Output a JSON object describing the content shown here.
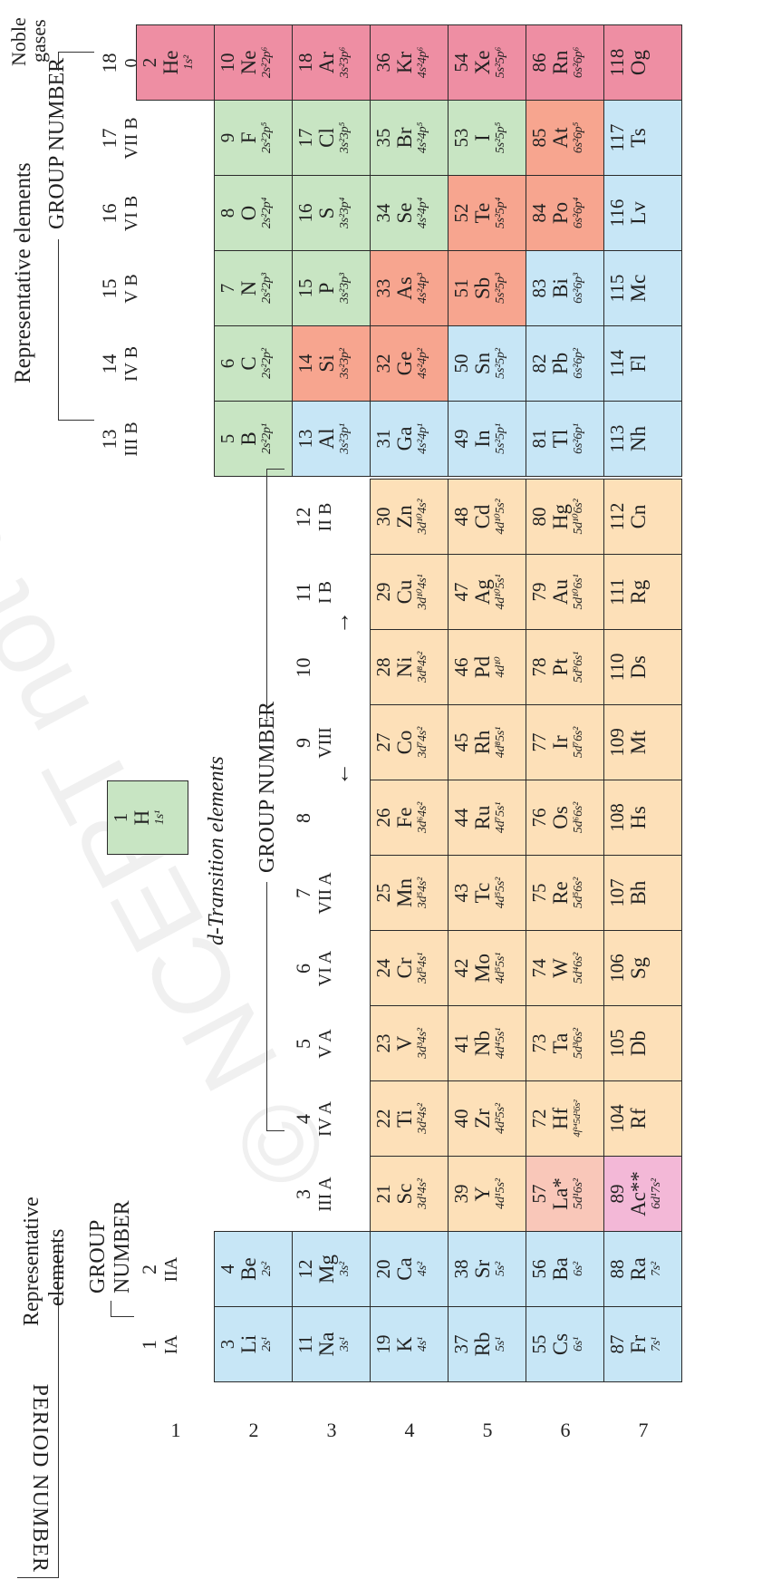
{
  "headers": {
    "period_number": "PERIOD NUMBER",
    "rep_left": [
      "Representative",
      "elements"
    ],
    "rep_right": "Representative elements",
    "group_number": "GROUP NUMBER",
    "group_number_left": [
      "GROUP",
      "NUMBER"
    ],
    "d_transition": "d-Transition elements",
    "noble_gases": [
      "Noble",
      "gases"
    ],
    "arrow_left": "←",
    "arrow_right": "→",
    "watermark": "© NCERT not to be republished"
  },
  "periods": [
    "1",
    "2",
    "3",
    "4",
    "5",
    "6",
    "7"
  ],
  "groups_left": [
    {
      "num": "1",
      "roman": "IA"
    },
    {
      "num": "2",
      "roman": "IIA"
    }
  ],
  "groups_d": [
    {
      "num": "3",
      "roman": "III A"
    },
    {
      "num": "4",
      "roman": "IV A"
    },
    {
      "num": "5",
      "roman": "V A"
    },
    {
      "num": "6",
      "roman": "VI A"
    },
    {
      "num": "7",
      "roman": "VII A"
    },
    {
      "num": "8",
      "roman": ""
    },
    {
      "num": "9",
      "roman": "VIII"
    },
    {
      "num": "10",
      "roman": ""
    },
    {
      "num": "11",
      "roman": "I B"
    },
    {
      "num": "12",
      "roman": "II B"
    }
  ],
  "groups_p": [
    {
      "num": "13",
      "roman": "III B"
    },
    {
      "num": "14",
      "roman": "IV B"
    },
    {
      "num": "15",
      "roman": "V B"
    },
    {
      "num": "16",
      "roman": "VI B"
    },
    {
      "num": "17",
      "roman": "VII B"
    },
    {
      "num": "18",
      "roman": "0"
    }
  ],
  "hydrogen": {
    "z": "1",
    "sym": "H",
    "cfg": "1s¹"
  },
  "elements": [
    {
      "z": "3",
      "sym": "Li",
      "cfg": "2s¹",
      "row": 2,
      "col": 1,
      "cat": "s-block"
    },
    {
      "z": "4",
      "sym": "Be",
      "cfg": "2s²",
      "row": 2,
      "col": 2,
      "cat": "s-block"
    },
    {
      "z": "11",
      "sym": "Na",
      "cfg": "3s¹",
      "row": 3,
      "col": 1,
      "cat": "s-block"
    },
    {
      "z": "12",
      "sym": "Mg",
      "cfg": "3s²",
      "row": 3,
      "col": 2,
      "cat": "s-block"
    },
    {
      "z": "19",
      "sym": "K",
      "cfg": "4s¹",
      "row": 4,
      "col": 1,
      "cat": "s-block"
    },
    {
      "z": "20",
      "sym": "Ca",
      "cfg": "4s²",
      "row": 4,
      "col": 2,
      "cat": "s-block"
    },
    {
      "z": "37",
      "sym": "Rb",
      "cfg": "5s¹",
      "row": 5,
      "col": 1,
      "cat": "s-block"
    },
    {
      "z": "38",
      "sym": "Sr",
      "cfg": "5s²",
      "row": 5,
      "col": 2,
      "cat": "s-block"
    },
    {
      "z": "55",
      "sym": "Cs",
      "cfg": "6s¹",
      "row": 6,
      "col": 1,
      "cat": "s-block"
    },
    {
      "z": "56",
      "sym": "Ba",
      "cfg": "6s²",
      "row": 6,
      "col": 2,
      "cat": "s-block"
    },
    {
      "z": "87",
      "sym": "Fr",
      "cfg": "7s¹",
      "row": 7,
      "col": 1,
      "cat": "s-block"
    },
    {
      "z": "88",
      "sym": "Ra",
      "cfg": "7s²",
      "row": 7,
      "col": 2,
      "cat": "s-block"
    },
    {
      "z": "21",
      "sym": "Sc",
      "cfg": "3d¹4s²",
      "row": 4,
      "col": 3,
      "cat": "d-block"
    },
    {
      "z": "22",
      "sym": "Ti",
      "cfg": "3d²4s²",
      "row": 4,
      "col": 4,
      "cat": "d-block"
    },
    {
      "z": "23",
      "sym": "V",
      "cfg": "3d³4s²",
      "row": 4,
      "col": 5,
      "cat": "d-block"
    },
    {
      "z": "24",
      "sym": "Cr",
      "cfg": "3d⁵4s¹",
      "row": 4,
      "col": 6,
      "cat": "d-block"
    },
    {
      "z": "25",
      "sym": "Mn",
      "cfg": "3d⁵4s²",
      "row": 4,
      "col": 7,
      "cat": "d-block"
    },
    {
      "z": "26",
      "sym": "Fe",
      "cfg": "3d⁶4s²",
      "row": 4,
      "col": 8,
      "cat": "d-block"
    },
    {
      "z": "27",
      "sym": "Co",
      "cfg": "3d⁷4s²",
      "row": 4,
      "col": 9,
      "cat": "d-block"
    },
    {
      "z": "28",
      "sym": "Ni",
      "cfg": "3d⁸4s²",
      "row": 4,
      "col": 10,
      "cat": "d-block"
    },
    {
      "z": "29",
      "sym": "Cu",
      "cfg": "3d¹⁰4s¹",
      "row": 4,
      "col": 11,
      "cat": "d-block"
    },
    {
      "z": "30",
      "sym": "Zn",
      "cfg": "3d¹⁰4s²",
      "row": 4,
      "col": 12,
      "cat": "d-block"
    },
    {
      "z": "39",
      "sym": "Y",
      "cfg": "4d¹5s²",
      "row": 5,
      "col": 3,
      "cat": "d-block"
    },
    {
      "z": "40",
      "sym": "Zr",
      "cfg": "4d²5s²",
      "row": 5,
      "col": 4,
      "cat": "d-block"
    },
    {
      "z": "41",
      "sym": "Nb",
      "cfg": "4d⁴5s¹",
      "row": 5,
      "col": 5,
      "cat": "d-block"
    },
    {
      "z": "42",
      "sym": "Mo",
      "cfg": "4d⁵5s¹",
      "row": 5,
      "col": 6,
      "cat": "d-block"
    },
    {
      "z": "43",
      "sym": "Tc",
      "cfg": "4d⁵5s²",
      "row": 5,
      "col": 7,
      "cat": "d-block"
    },
    {
      "z": "44",
      "sym": "Ru",
      "cfg": "4d⁷5s¹",
      "row": 5,
      "col": 8,
      "cat": "d-block"
    },
    {
      "z": "45",
      "sym": "Rh",
      "cfg": "4d⁸5s¹",
      "row": 5,
      "col": 9,
      "cat": "d-block"
    },
    {
      "z": "46",
      "sym": "Pd",
      "cfg": "4d¹⁰",
      "row": 5,
      "col": 10,
      "cat": "d-block"
    },
    {
      "z": "47",
      "sym": "Ag",
      "cfg": "4d¹⁰5s¹",
      "row": 5,
      "col": 11,
      "cat": "d-block"
    },
    {
      "z": "48",
      "sym": "Cd",
      "cfg": "4d¹⁰5s²",
      "row": 5,
      "col": 12,
      "cat": "d-block"
    },
    {
      "z": "57",
      "sym": "La*",
      "cfg": "5d¹6s²",
      "row": 6,
      "col": 3,
      "cat": "lanth"
    },
    {
      "z": "72",
      "sym": "Hf",
      "cfg": "4f¹⁴5d²6s²",
      "row": 6,
      "col": 4,
      "cat": "d-block",
      "small": true
    },
    {
      "z": "73",
      "sym": "Ta",
      "cfg": "5d³6s²",
      "row": 6,
      "col": 5,
      "cat": "d-block"
    },
    {
      "z": "74",
      "sym": "W",
      "cfg": "5d⁴6s²",
      "row": 6,
      "col": 6,
      "cat": "d-block"
    },
    {
      "z": "75",
      "sym": "Re",
      "cfg": "5d⁵6s²",
      "row": 6,
      "col": 7,
      "cat": "d-block"
    },
    {
      "z": "76",
      "sym": "Os",
      "cfg": "5d⁶6s²",
      "row": 6,
      "col": 8,
      "cat": "d-block"
    },
    {
      "z": "77",
      "sym": "Ir",
      "cfg": "5d⁷6s²",
      "row": 6,
      "col": 9,
      "cat": "d-block"
    },
    {
      "z": "78",
      "sym": "Pt",
      "cfg": "5d⁹6s¹",
      "row": 6,
      "col": 10,
      "cat": "d-block"
    },
    {
      "z": "79",
      "sym": "Au",
      "cfg": "5d¹⁰6s¹",
      "row": 6,
      "col": 11,
      "cat": "d-block"
    },
    {
      "z": "80",
      "sym": "Hg",
      "cfg": "5d¹⁰6s²",
      "row": 6,
      "col": 12,
      "cat": "d-block"
    },
    {
      "z": "89",
      "sym": "Ac**",
      "cfg": "6d¹7s²",
      "row": 7,
      "col": 3,
      "cat": "actin"
    },
    {
      "z": "104",
      "sym": "Rf",
      "cfg": "",
      "row": 7,
      "col": 4,
      "cat": "d-block"
    },
    {
      "z": "105",
      "sym": "Db",
      "cfg": "",
      "row": 7,
      "col": 5,
      "cat": "d-block"
    },
    {
      "z": "106",
      "sym": "Sg",
      "cfg": "",
      "row": 7,
      "col": 6,
      "cat": "d-block"
    },
    {
      "z": "107",
      "sym": "Bh",
      "cfg": "",
      "row": 7,
      "col": 7,
      "cat": "d-block"
    },
    {
      "z": "108",
      "sym": "Hs",
      "cfg": "",
      "row": 7,
      "col": 8,
      "cat": "d-block"
    },
    {
      "z": "109",
      "sym": "Mt",
      "cfg": "",
      "row": 7,
      "col": 9,
      "cat": "d-block"
    },
    {
      "z": "110",
      "sym": "Ds",
      "cfg": "",
      "row": 7,
      "col": 10,
      "cat": "d-block"
    },
    {
      "z": "111",
      "sym": "Rg",
      "cfg": "",
      "row": 7,
      "col": 11,
      "cat": "d-block"
    },
    {
      "z": "112",
      "sym": "Cn",
      "cfg": "",
      "row": 7,
      "col": 12,
      "cat": "d-block"
    },
    {
      "z": "5",
      "sym": "B",
      "cfg": "2s²2p¹",
      "row": 2,
      "col": 13,
      "cat": "p-nm"
    },
    {
      "z": "6",
      "sym": "C",
      "cfg": "2s²2p²",
      "row": 2,
      "col": 14,
      "cat": "p-nm"
    },
    {
      "z": "7",
      "sym": "N",
      "cfg": "2s²2p³",
      "row": 2,
      "col": 15,
      "cat": "p-nm"
    },
    {
      "z": "8",
      "sym": "O",
      "cfg": "2s²2p⁴",
      "row": 2,
      "col": 16,
      "cat": "p-nm"
    },
    {
      "z": "9",
      "sym": "F",
      "cfg": "2s²2p⁵",
      "row": 2,
      "col": 17,
      "cat": "p-nm"
    },
    {
      "z": "10",
      "sym": "Ne",
      "cfg": "2s²2p⁶",
      "row": 2,
      "col": 18,
      "cat": "noble"
    },
    {
      "z": "13",
      "sym": "Al",
      "cfg": "3s²3p¹",
      "row": 3,
      "col": 13,
      "cat": "p-metal"
    },
    {
      "z": "14",
      "sym": "Si",
      "cfg": "3s²3p²",
      "row": 3,
      "col": 14,
      "cat": "metalloid"
    },
    {
      "z": "15",
      "sym": "P",
      "cfg": "3s²3p³",
      "row": 3,
      "col": 15,
      "cat": "p-nm"
    },
    {
      "z": "16",
      "sym": "S",
      "cfg": "3s²3p⁴",
      "row": 3,
      "col": 16,
      "cat": "p-nm"
    },
    {
      "z": "17",
      "sym": "Cl",
      "cfg": "3s²3p⁵",
      "row": 3,
      "col": 17,
      "cat": "p-nm"
    },
    {
      "z": "18",
      "sym": "Ar",
      "cfg": "3s²3p⁶",
      "row": 3,
      "col": 18,
      "cat": "noble"
    },
    {
      "z": "31",
      "sym": "Ga",
      "cfg": "4s²4p¹",
      "row": 4,
      "col": 13,
      "cat": "p-metal"
    },
    {
      "z": "32",
      "sym": "Ge",
      "cfg": "4s²4p²",
      "row": 4,
      "col": 14,
      "cat": "metalloid"
    },
    {
      "z": "33",
      "sym": "As",
      "cfg": "4s²4p³",
      "row": 4,
      "col": 15,
      "cat": "metalloid"
    },
    {
      "z": "34",
      "sym": "Se",
      "cfg": "4s²4p⁴",
      "row": 4,
      "col": 16,
      "cat": "p-nm"
    },
    {
      "z": "35",
      "sym": "Br",
      "cfg": "4s²4p⁵",
      "row": 4,
      "col": 17,
      "cat": "p-nm"
    },
    {
      "z": "36",
      "sym": "Kr",
      "cfg": "4s²4p⁶",
      "row": 4,
      "col": 18,
      "cat": "noble"
    },
    {
      "z": "49",
      "sym": "In",
      "cfg": "5s²5p¹",
      "row": 5,
      "col": 13,
      "cat": "p-metal"
    },
    {
      "z": "50",
      "sym": "Sn",
      "cfg": "5s²5p²",
      "row": 5,
      "col": 14,
      "cat": "p-metal"
    },
    {
      "z": "51",
      "sym": "Sb",
      "cfg": "5s²5p³",
      "row": 5,
      "col": 15,
      "cat": "metalloid"
    },
    {
      "z": "52",
      "sym": "Te",
      "cfg": "5s²5p⁴",
      "row": 5,
      "col": 16,
      "cat": "metalloid"
    },
    {
      "z": "53",
      "sym": "I",
      "cfg": "5s²5p⁵",
      "row": 5,
      "col": 17,
      "cat": "p-nm"
    },
    {
      "z": "54",
      "sym": "Xe",
      "cfg": "5s²5p⁶",
      "row": 5,
      "col": 18,
      "cat": "noble"
    },
    {
      "z": "81",
      "sym": "Tl",
      "cfg": "6s²6p¹",
      "row": 6,
      "col": 13,
      "cat": "p-metal"
    },
    {
      "z": "82",
      "sym": "Pb",
      "cfg": "6s²6p²",
      "row": 6,
      "col": 14,
      "cat": "p-metal"
    },
    {
      "z": "83",
      "sym": "Bi",
      "cfg": "6s²6p³",
      "row": 6,
      "col": 15,
      "cat": "p-metal"
    },
    {
      "z": "84",
      "sym": "Po",
      "cfg": "6s²6p⁴",
      "row": 6,
      "col": 16,
      "cat": "metalloid"
    },
    {
      "z": "85",
      "sym": "At",
      "cfg": "6s²6p⁵",
      "row": 6,
      "col": 17,
      "cat": "metalloid"
    },
    {
      "z": "86",
      "sym": "Rn",
      "cfg": "6s²6p⁶",
      "row": 6,
      "col": 18,
      "cat": "noble"
    },
    {
      "z": "113",
      "sym": "Nh",
      "cfg": "",
      "row": 7,
      "col": 13,
      "cat": "p-metal"
    },
    {
      "z": "114",
      "sym": "Fl",
      "cfg": "",
      "row": 7,
      "col": 14,
      "cat": "p-metal"
    },
    {
      "z": "115",
      "sym": "Mc",
      "cfg": "",
      "row": 7,
      "col": 15,
      "cat": "p-metal"
    },
    {
      "z": "116",
      "sym": "Lv",
      "cfg": "",
      "row": 7,
      "col": 16,
      "cat": "p-metal"
    },
    {
      "z": "117",
      "sym": "Ts",
      "cfg": "",
      "row": 7,
      "col": 17,
      "cat": "p-metal"
    },
    {
      "z": "118",
      "sym": "Og",
      "cfg": "",
      "row": 7,
      "col": 18,
      "cat": "noble"
    },
    {
      "z": "2",
      "sym": "He",
      "cfg": "1s²",
      "row": 1,
      "col": 18,
      "cat": "noble"
    }
  ]
}
